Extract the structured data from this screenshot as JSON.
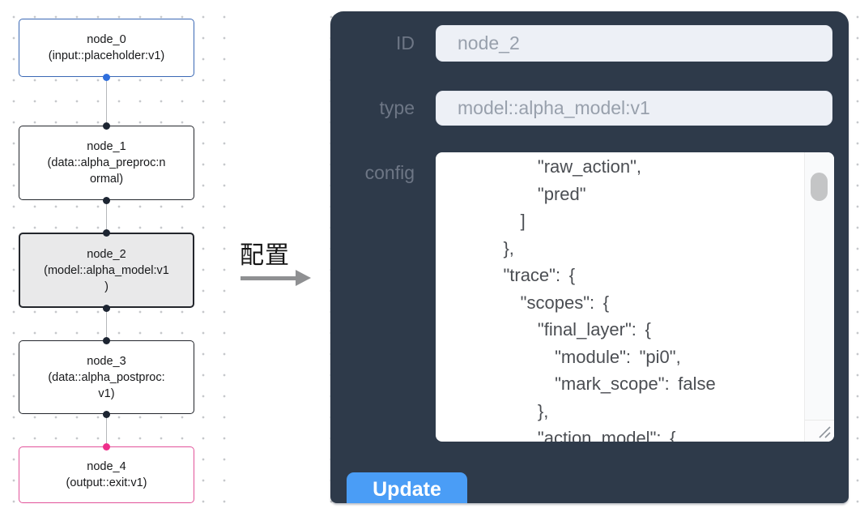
{
  "canvas": {
    "nodes": [
      {
        "id": "node_0",
        "kind": "input",
        "selected": false,
        "lines": [
          "node_0",
          "(input::placeholder:v1)"
        ]
      },
      {
        "id": "node_1",
        "kind": "data",
        "selected": false,
        "lines": [
          "node_1",
          "(data::alpha_preproc:n",
          "ormal)"
        ]
      },
      {
        "id": "node_2",
        "kind": "model",
        "selected": true,
        "lines": [
          "node_2",
          "(model::alpha_model:v1",
          ")"
        ]
      },
      {
        "id": "node_3",
        "kind": "data",
        "selected": false,
        "lines": [
          "node_3",
          "(data::alpha_postproc:",
          "v1)"
        ]
      },
      {
        "id": "node_4",
        "kind": "output",
        "selected": false,
        "lines": [
          "node_4",
          "(output::exit:v1)"
        ]
      }
    ]
  },
  "transition": {
    "label": "配置"
  },
  "panel": {
    "id_field": {
      "label": "ID",
      "value": "node_2"
    },
    "type_field": {
      "label": "type",
      "value": "model::alpha_model:v1"
    },
    "config_field": {
      "label": "config",
      "value_lines": [
        "        \"raw_action\",",
        "        \"pred\"",
        "      ]",
        "    },",
        "    \"trace\": {",
        "      \"scopes\": {",
        "        \"final_layer\": {",
        "          \"module\": \"pi0\",",
        "          \"mark_scope\": false",
        "        },",
        "        \"action_model\": {"
      ]
    },
    "update_button": {
      "label": "Update"
    }
  },
  "colors": {
    "panel_bg": "#2e3a4a",
    "button_blue": "#4a9df6",
    "input_bg": "#edf0f6",
    "input_text": "#98a0ac",
    "label_text": "#6d7685",
    "node_input_border": "#3a68b5",
    "node_default_border": "#23262c",
    "node_selected_bg": "#e9e9ea",
    "node_output_border": "#e2539a",
    "port_input_blue": "#2f6fdd",
    "port_output_pink": "#ee2e8a",
    "port_default_dark": "#1d2532",
    "edge_gray": "#b6b8bb"
  }
}
